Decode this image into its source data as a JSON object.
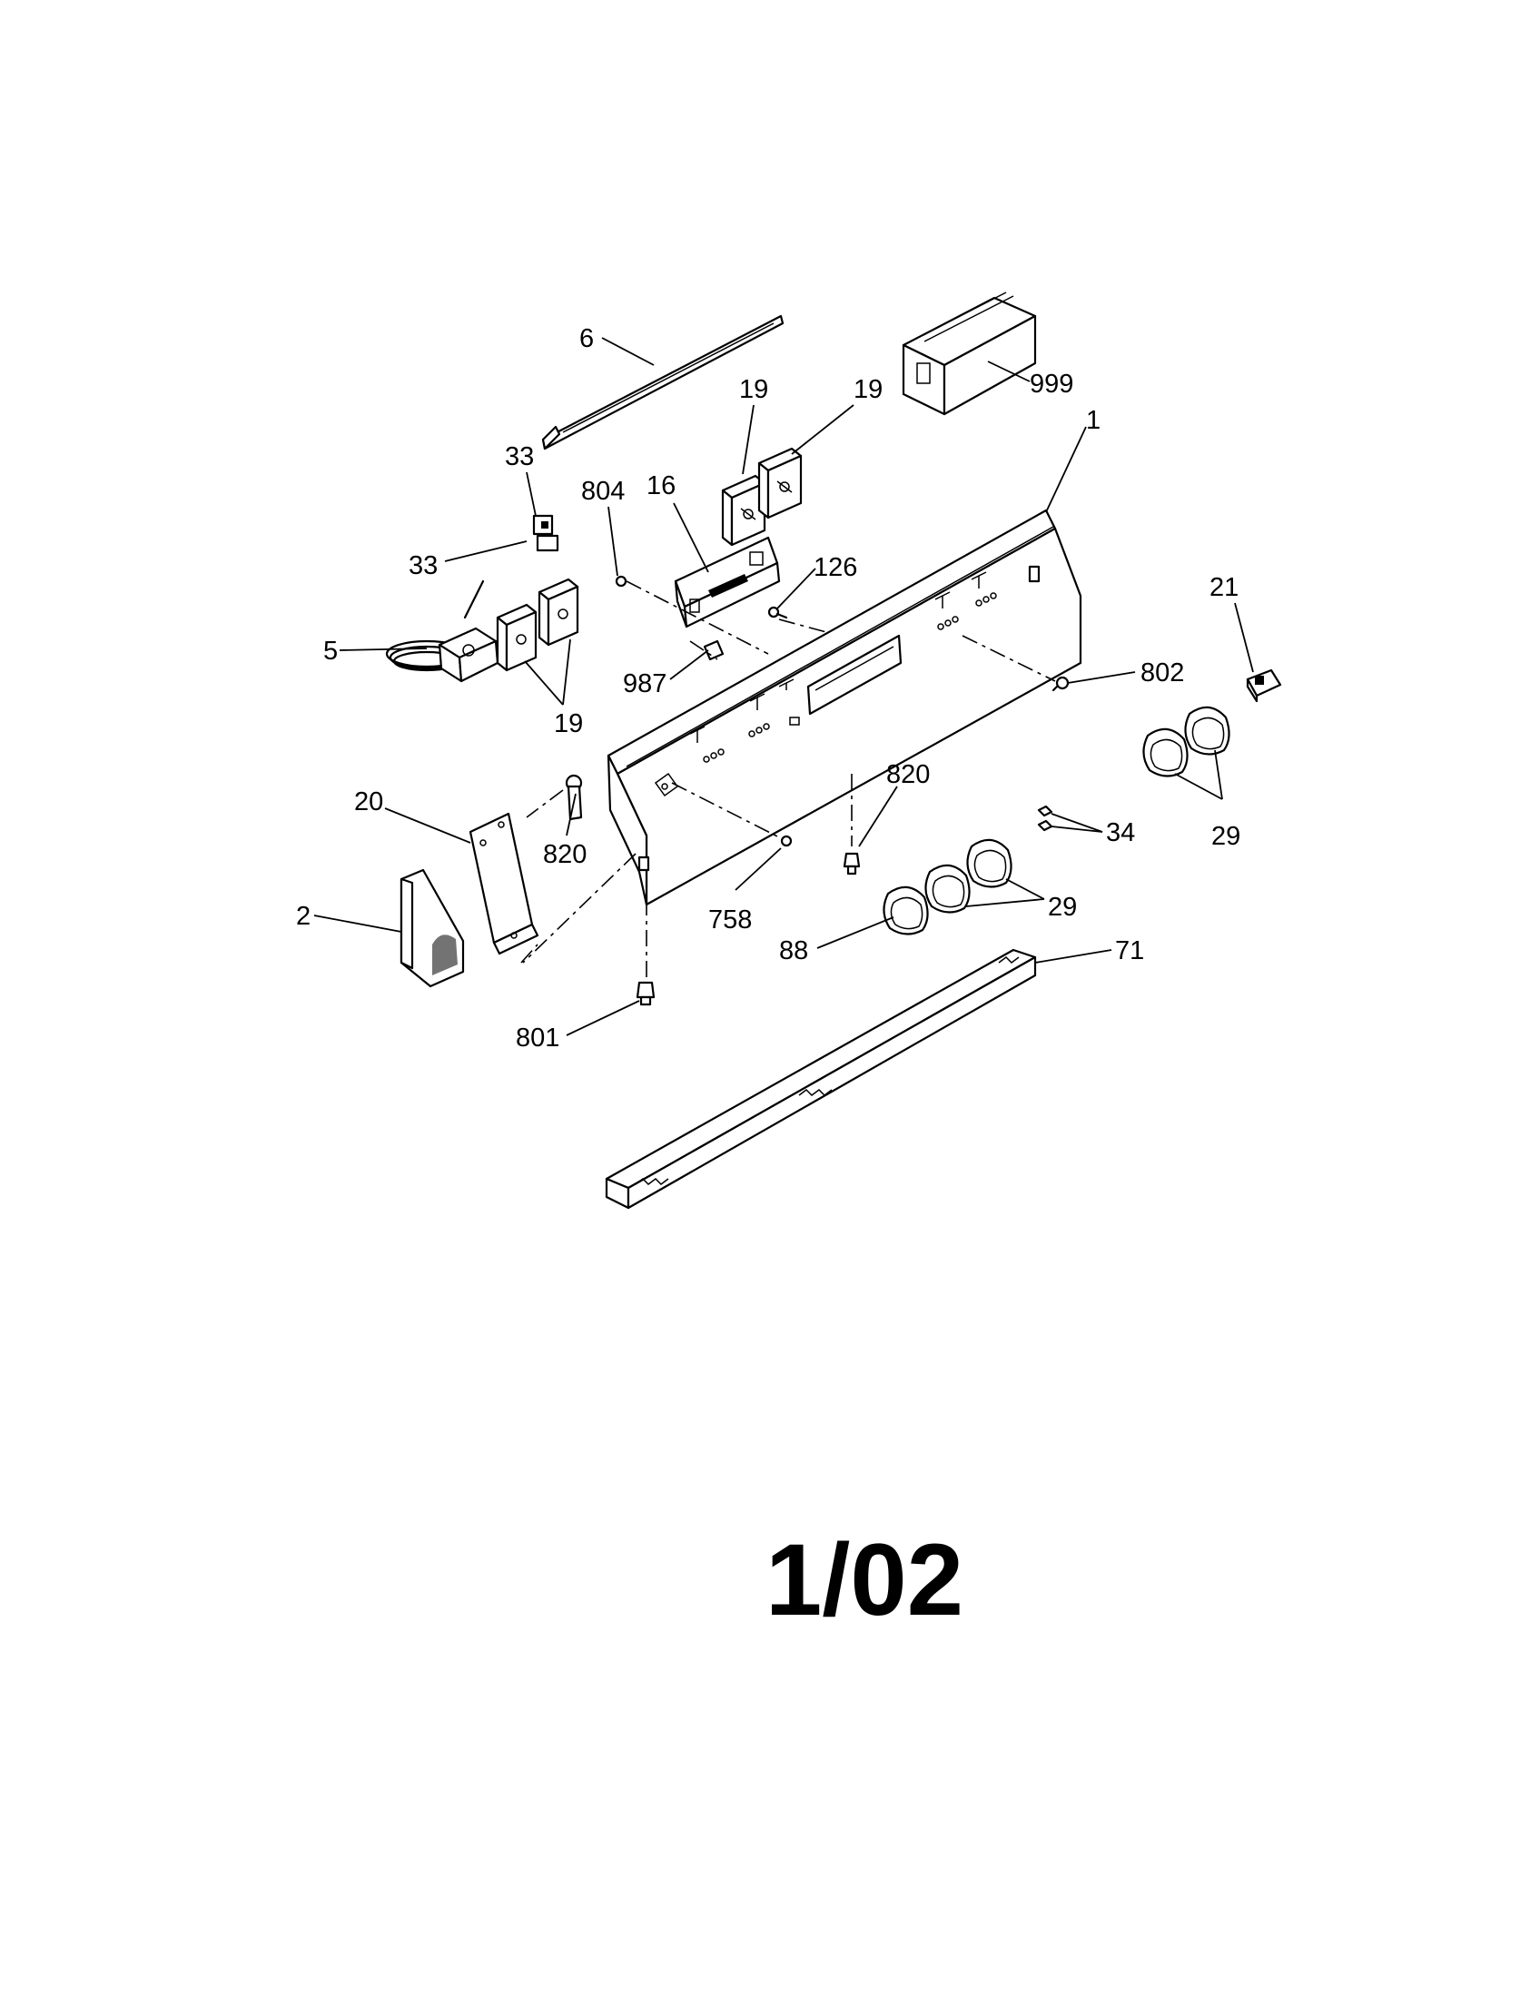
{
  "callouts": {
    "c6": "6",
    "c999": "999",
    "c1": "1",
    "c19a": "19",
    "c19b": "19",
    "c33a": "33",
    "c33b": "33",
    "c804": "804",
    "c16": "16",
    "c126": "126",
    "c21": "21",
    "c5": "5",
    "c987": "987",
    "c802": "802",
    "c19c": "19",
    "c20": "20",
    "c820a": "820",
    "c820b": "820",
    "c34": "34",
    "c29a": "29",
    "c2": "2",
    "c758": "758",
    "c29b": "29",
    "c88": "88",
    "c71": "71",
    "c801": "801"
  },
  "page_code": "1/02"
}
